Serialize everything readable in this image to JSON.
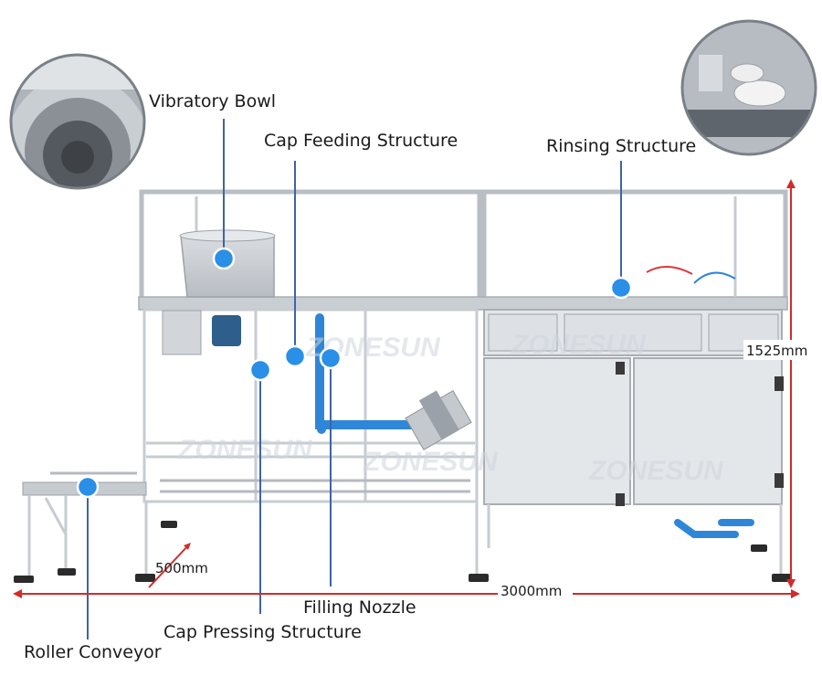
{
  "labels": {
    "vibratory_bowl": "Vibratory Bowl",
    "cap_feeding_structure": "Cap Feeding Structure",
    "rinsing_structure": "Rinsing Structure",
    "filling_nozzle": "Filling Nozzle",
    "cap_pressing_structure": "Cap Pressing Structure",
    "roller_conveyor": "Roller Conveyor"
  },
  "dimensions": {
    "height": "1525mm",
    "conveyor_height": "500mm",
    "length": "3000mm"
  },
  "watermark": "ZONESUN",
  "colors": {
    "marker": "#2a8fe6",
    "leader": "#3f63a8",
    "dimension": "#d32a2a",
    "pipe": "#2e86d9"
  }
}
